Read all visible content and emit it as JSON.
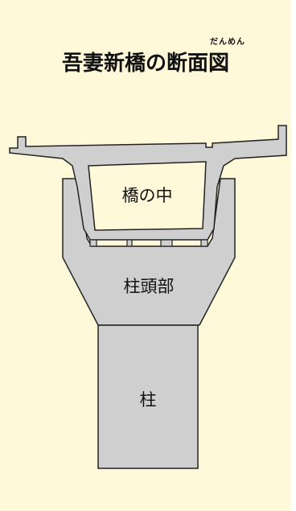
{
  "title": {
    "text": "吾妻新橋の断面図",
    "ruby": "だんめん"
  },
  "labels": {
    "inside": "橋の中",
    "pier_head": "柱頭部",
    "pillar": "柱"
  },
  "colors": {
    "background": "#fff9d9",
    "structure_fill": "#cfcfcf",
    "structure_stroke": "#222222"
  }
}
